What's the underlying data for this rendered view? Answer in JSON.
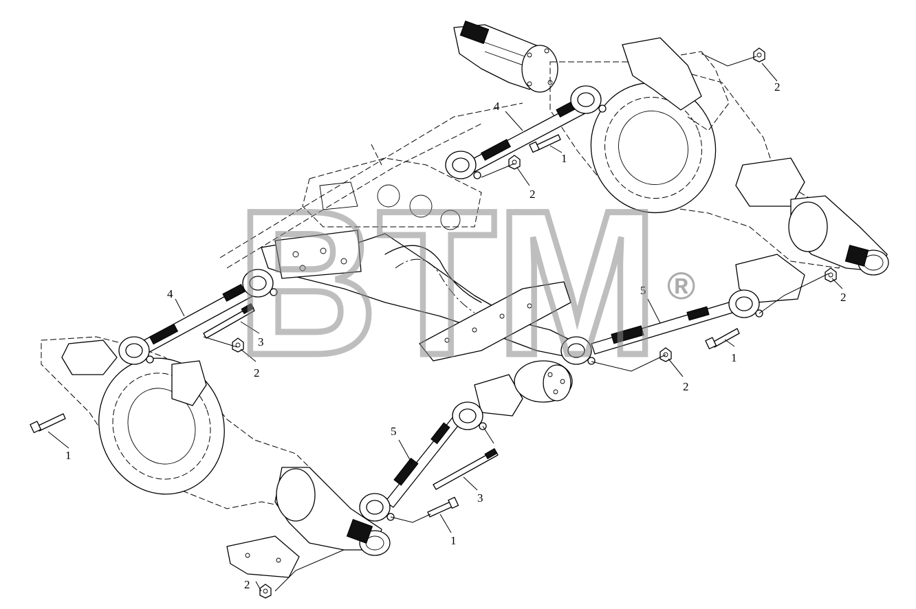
{
  "watermark": {
    "text": "BTM",
    "registered_mark": "®"
  },
  "callouts": {
    "c1": "1",
    "c2": "1",
    "c3": "1",
    "c4": "1",
    "c5": "2",
    "c6": "2",
    "c7": "2",
    "c8": "2",
    "c9": "2",
    "c10": "2",
    "c11": "3",
    "c12": "3",
    "c13": "4",
    "c14": "4",
    "c15": "5",
    "c16": "5"
  }
}
